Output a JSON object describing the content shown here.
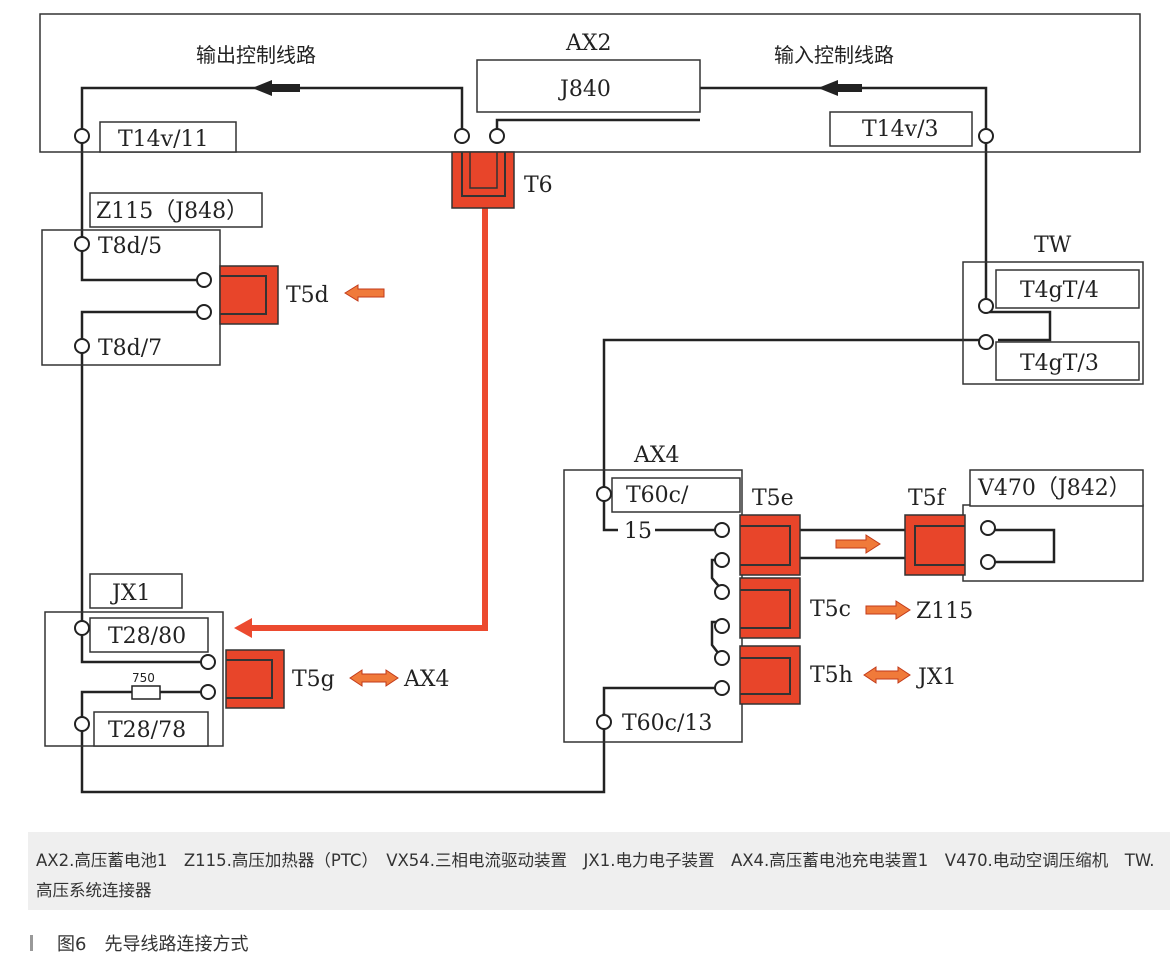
{
  "diagram": {
    "modules": {
      "ax2": "AX2",
      "j840": "J840",
      "z115": "Z115（J848）",
      "tw": "TW",
      "ax4": "AX4",
      "jx1": "JX1",
      "v470": "V470（J842）"
    },
    "flows": {
      "output": "输出控制线路",
      "input": "输入控制线路"
    },
    "pins": {
      "t14v_11": "T14v/11",
      "t14v_3": "T14v/3",
      "t8d_5": "T8d/5",
      "t8d_7": "T8d/7",
      "t4gt_4": "T4gT/4",
      "t4gt_3": "T4gT/3",
      "t60c": "T60c/",
      "t60c_15": "15",
      "t60c_13": "T60c/13",
      "t28_80": "T28/80",
      "t28_78": "T28/78",
      "resistor": "750"
    },
    "connectors": {
      "t6": "T6",
      "t5d": "T5d",
      "t5e": "T5e",
      "t5f": "T5f",
      "t5c": "T5c",
      "t5h": "T5h",
      "t5g": "T5g"
    },
    "targets": {
      "t5c": "Z115",
      "t5h": "JX1",
      "t5g": "AX4"
    }
  },
  "legend": "AX2.高压蓄电池1　Z115.高压加热器（PTC）　VX54.三相电流驱动装置　JX1.电力电子装置　AX4.高压蓄电池充电装置1　V470.电动空调压缩机　TW.高压系统连接器",
  "caption": "图6　先导线路连接方式",
  "colors": {
    "wire": "#222222",
    "connector": "#e8452a",
    "pilot_line": "#ec4a2f",
    "arrow": "#f07a3a"
  }
}
